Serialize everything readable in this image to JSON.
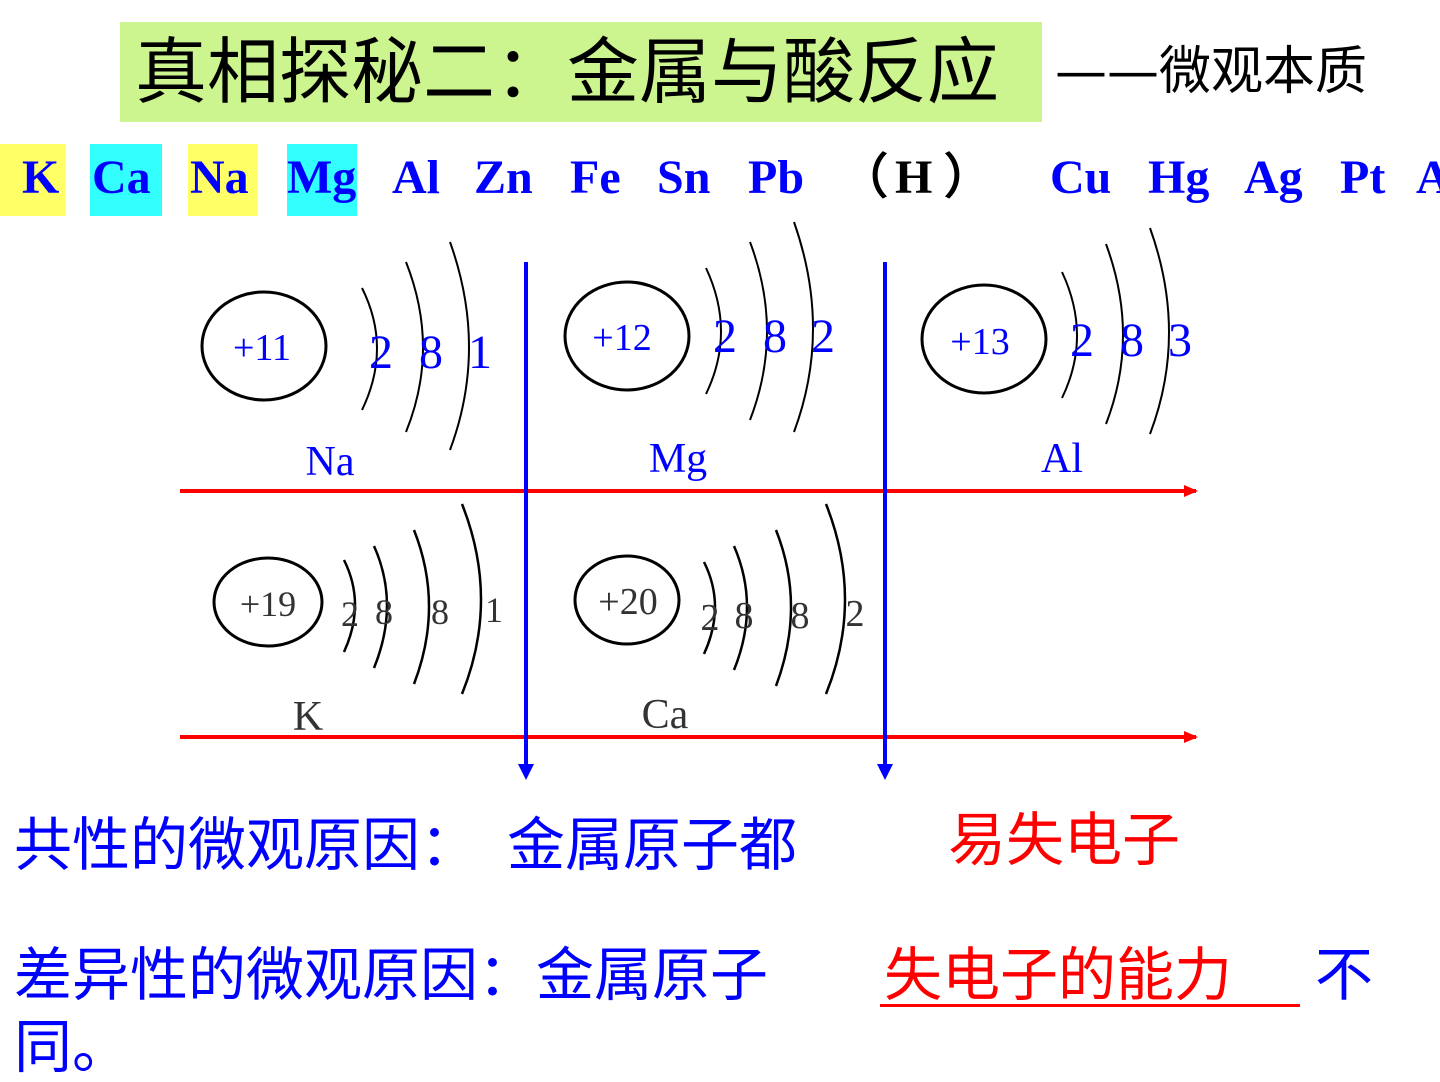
{
  "title": "真相探秘二：金属与酸反应",
  "subtitle": "——微观本质",
  "activity_series": [
    "K",
    "Ca",
    "Na",
    "Mg",
    "Al",
    "Zn",
    "Fe",
    "Sn",
    "Pb",
    "（",
    "H",
    "）",
    "Cu",
    "Hg",
    "Ag",
    "Pt",
    "Au"
  ],
  "highlights": {
    "yellow": "#ffff66",
    "cyan": "#33ffff"
  },
  "colors": {
    "arrow_red": "#ff0000",
    "arrow_blue": "#0000ff",
    "text_blue": "#0000ff"
  },
  "atoms": {
    "na": {
      "nucleus": "+11",
      "shells": [
        "2",
        "8",
        "1"
      ],
      "symbol": "Na"
    },
    "mg": {
      "nucleus": "+12",
      "shells": [
        "2",
        "8",
        "2"
      ],
      "symbol": "Mg"
    },
    "al": {
      "nucleus": "+13",
      "shells": [
        "2",
        "8",
        "3"
      ],
      "symbol": "Al"
    },
    "k": {
      "nucleus": "+19",
      "shells": [
        "2",
        "8",
        "8",
        "1"
      ],
      "symbol": "K"
    },
    "ca": {
      "nucleus": "+20",
      "shells": [
        "2",
        "8",
        "8",
        "2"
      ],
      "symbol": "Ca"
    }
  },
  "conclusions": {
    "common_label": "共性的微观原因：　金属原子都",
    "common_answer": "易失电子",
    "difference_label": "差异性的微观原因：金属原子",
    "difference_answer": "失电子的能力",
    "difference_tail": "不",
    "difference_end": "同。"
  }
}
